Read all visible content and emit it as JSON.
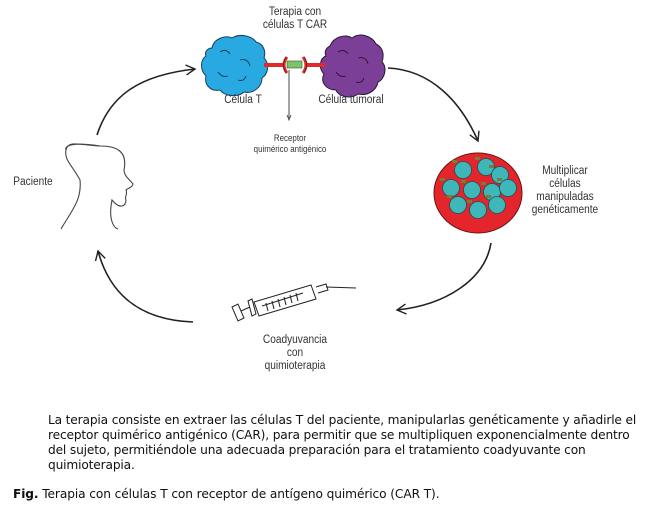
{
  "diagram": {
    "title_line1": "Terapia con",
    "title_line2": "células T CAR",
    "t_cell_label": "Célula T",
    "tumor_cell_label": "Célula tumoral",
    "receptor_label_line1": "Receptor",
    "receptor_label_line2": "quimérico antigénico",
    "patient_label": "Paciente",
    "multiply_label_line1": "Multiplicar",
    "multiply_label_line2": "células",
    "multiply_label_line3": "manipuladas",
    "multiply_label_line4": "genéticamente",
    "adjuvant_label_line1": "Coadyuvancia",
    "adjuvant_label_line2": "con",
    "adjuvant_label_line3": "quimioterapia",
    "colors": {
      "t_cell": "#29a9e1",
      "tumor_cell": "#7b3f98",
      "receptor_red": "#e02b2b",
      "antigen_green": "#7cc36a",
      "dish_red": "#e4262c",
      "small_cell_teal": "#3fb6b7",
      "stroke": "#222222"
    }
  },
  "caption": {
    "description": "La terapia consiste en extraer las células T del paciente, manipularlas genéticamente y añadirle el receptor quimérico antigénico (CAR), para permitir que se multipliquen exponencialmente dentro del sujeto, permitiéndole una adecuada preparación para el tratamiento coadyuvante con quimioterapia.",
    "fig_prefix": "Fig.",
    "fig_text": " Terapia con células T con receptor de antígeno quimérico (CAR T)."
  }
}
